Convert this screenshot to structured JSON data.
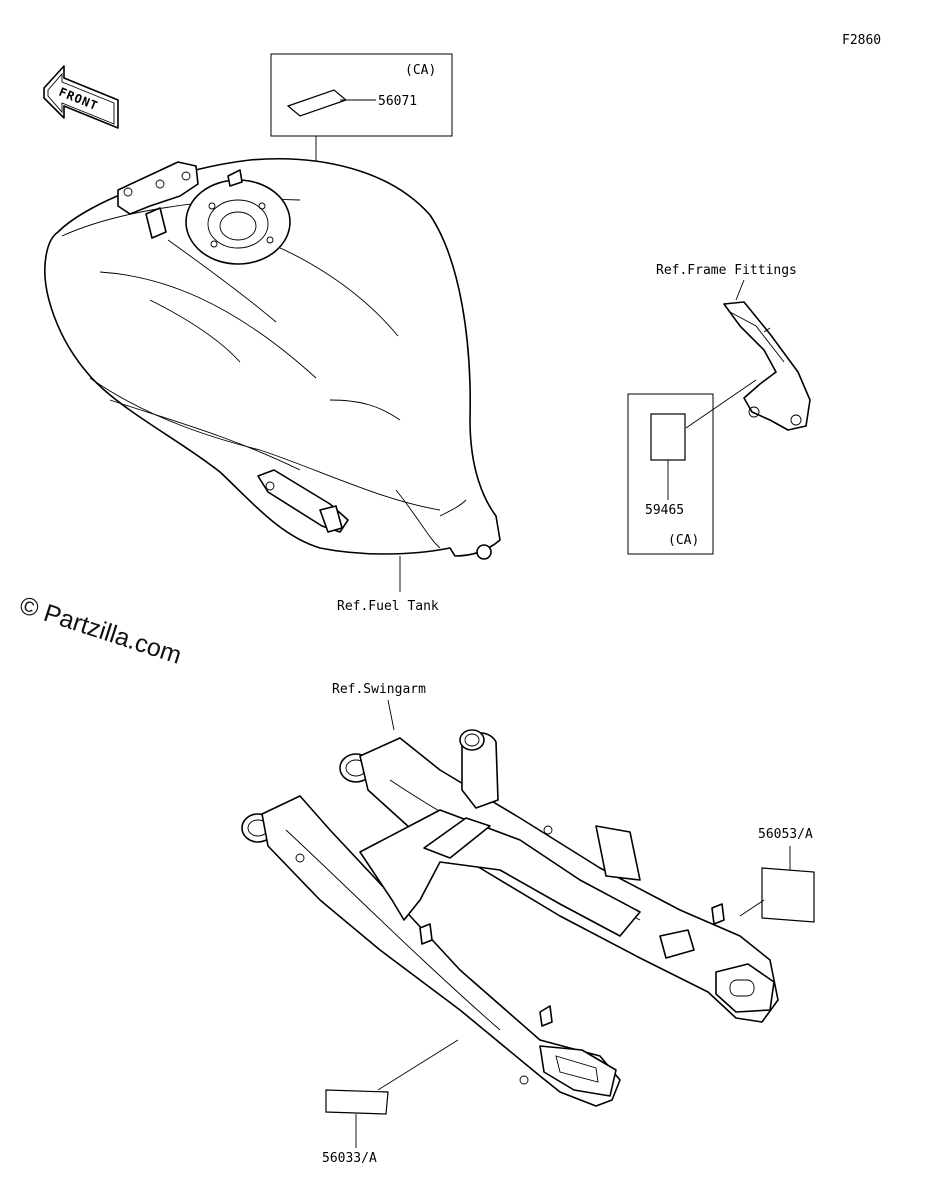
{
  "figure_code": "F2860",
  "watermark": "© Partzilla.com",
  "front_arrow": {
    "label": "FRONT",
    "icon": "front-arrow-icon"
  },
  "callouts": {
    "tank_label_ca": {
      "part_number": "56071",
      "region": "(CA)"
    },
    "frame_label_ca": {
      "part_number": "59465",
      "region": "(CA)"
    },
    "swingarm_label_right": {
      "part_number": "56053/A"
    },
    "swingarm_label_left": {
      "part_number": "56033/A"
    }
  },
  "references": {
    "fuel_tank": "Ref.Fuel Tank",
    "frame_fittings": "Ref.Frame Fittings",
    "swingarm": "Ref.Swingarm"
  }
}
